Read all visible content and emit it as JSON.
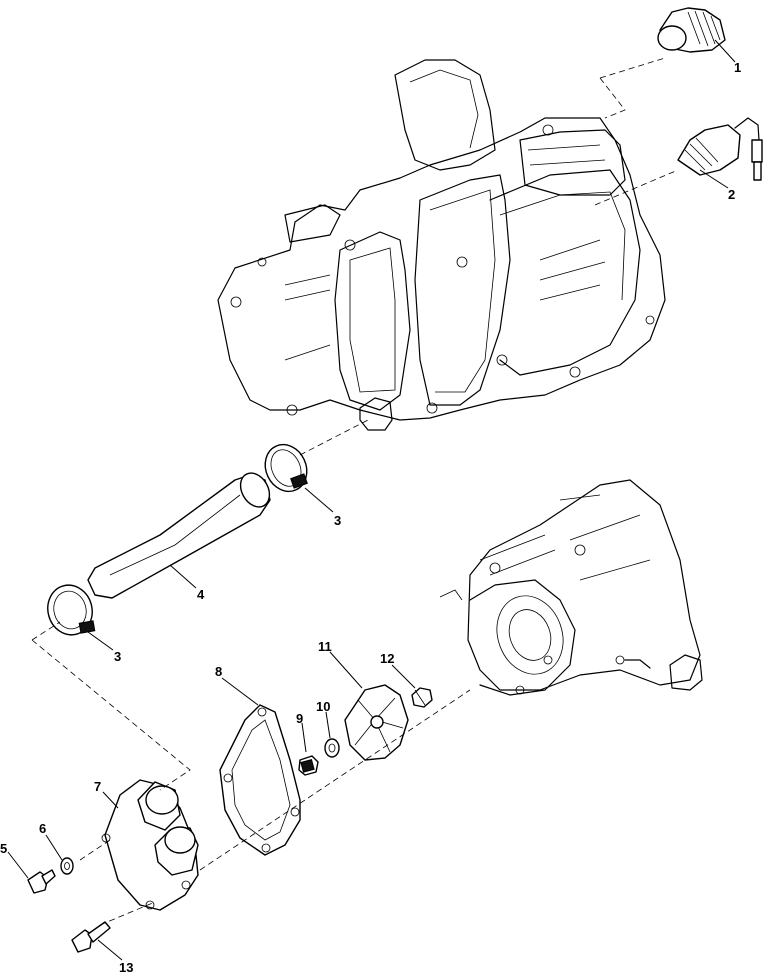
{
  "callouts": [
    {
      "id": "1",
      "label": "1"
    },
    {
      "id": "2",
      "label": "2"
    },
    {
      "id": "3a",
      "label": "3"
    },
    {
      "id": "3b",
      "label": "3"
    },
    {
      "id": "4",
      "label": "4"
    },
    {
      "id": "5",
      "label": "5"
    },
    {
      "id": "6",
      "label": "6"
    },
    {
      "id": "7",
      "label": "7"
    },
    {
      "id": "8",
      "label": "8"
    },
    {
      "id": "9",
      "label": "9"
    },
    {
      "id": "10",
      "label": "10"
    },
    {
      "id": "11",
      "label": "11"
    },
    {
      "id": "12",
      "label": "12"
    },
    {
      "id": "13",
      "label": "13"
    }
  ]
}
